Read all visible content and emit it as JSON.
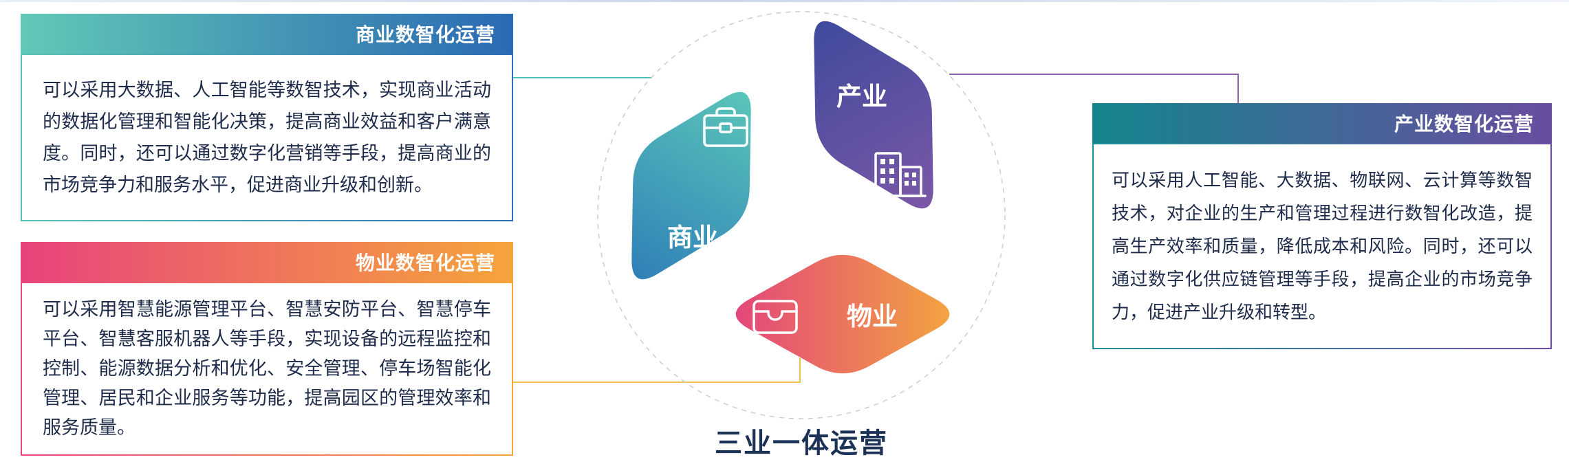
{
  "cards": [
    {
      "id": "commerce",
      "title": "商业数智化运营",
      "body": "可以采用大数据、人工智能等数智技术，实现商业活动的数据化管理和智能化决策，提高商业效益和客户满意度。同时，还可以通过数字化营销等手段，提高商业的市场竞争力和服务水平，促进商业升级和创新。"
    },
    {
      "id": "property",
      "title": "物业数智化运营",
      "body": "可以采用智慧能源管理平台、智慧安防平台、智慧停车平台、智慧客服机器人等手段，实现设备的远程监控和控制、能源数据分析和优化、安全管理、停车场智能化管理、居民和企业服务等功能，提高园区的管理效率和服务质量。"
    },
    {
      "id": "industry",
      "title": "产业数智化运营",
      "body": "可以采用人工智能、大数据、物联网、云计算等数智技术，对企业的生产和管理过程进行数智化改造，提高生产效率和质量，降低成本和风险。同时，还可以通过数字化供应链管理等手段，提高企业的市场竞争力，促进产业升级和转型。"
    }
  ],
  "diagram": {
    "center_label": "三业一体运营",
    "nodes": [
      {
        "label": "商业",
        "icon": "briefcase-icon",
        "gradient": [
          "#5cc9b8",
          "#2e7cb8"
        ]
      },
      {
        "label": "产业",
        "icon": "buildings-icon",
        "gradient": [
          "#3c4a9c",
          "#7e58a8"
        ]
      },
      {
        "label": "物业",
        "icon": "box-icon",
        "gradient": [
          "#e2417e",
          "#f3a93d"
        ]
      }
    ]
  },
  "colors": {
    "teal": "#4fc0b7",
    "blue": "#2a6ab3",
    "pink": "#e8437c",
    "orange": "#f5a43b",
    "deep_teal": "#14858d",
    "purple": "#6a4da0",
    "navy_text": "#1b3156"
  }
}
